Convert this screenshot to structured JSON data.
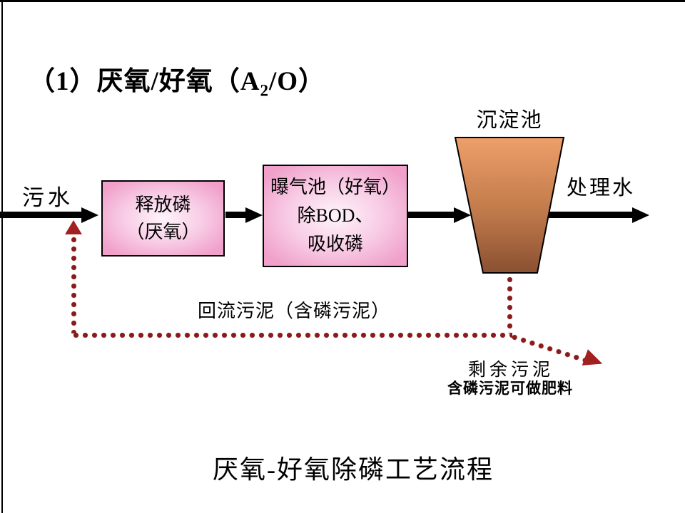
{
  "title": {
    "prefix": "（1）厌氧/好氧（A",
    "subscript": "2",
    "suffix": "/O）"
  },
  "caption": "厌氧-好氧除磷工艺流程",
  "labels": {
    "influent": "污水",
    "effluent": "处理水",
    "clarifier": "沉淀池",
    "return_sludge": "回流污泥（含磷污泥）",
    "excess_sludge": "剩余污泥",
    "excess_sludge_note": "含磷污泥可做肥料"
  },
  "boxes": {
    "anaerobic": {
      "line1": "释放磷",
      "line2": "（厌氧）"
    },
    "aeration": {
      "line1": "曝气池（好氧）",
      "line2": "除BOD、",
      "line3": "吸收磷"
    }
  },
  "colors": {
    "flow_arrow": "#000000",
    "sludge_dotted_line": "#8B1A1A",
    "sludge_arrowhead": "#A32020",
    "box_fill_edge": "#F0A0CA",
    "box_fill_center": "#FEF4FA",
    "box_border": "#000000",
    "clarifier_gradient_top": "#EE9F69",
    "clarifier_gradient_bottom": "#8A5031"
  }
}
